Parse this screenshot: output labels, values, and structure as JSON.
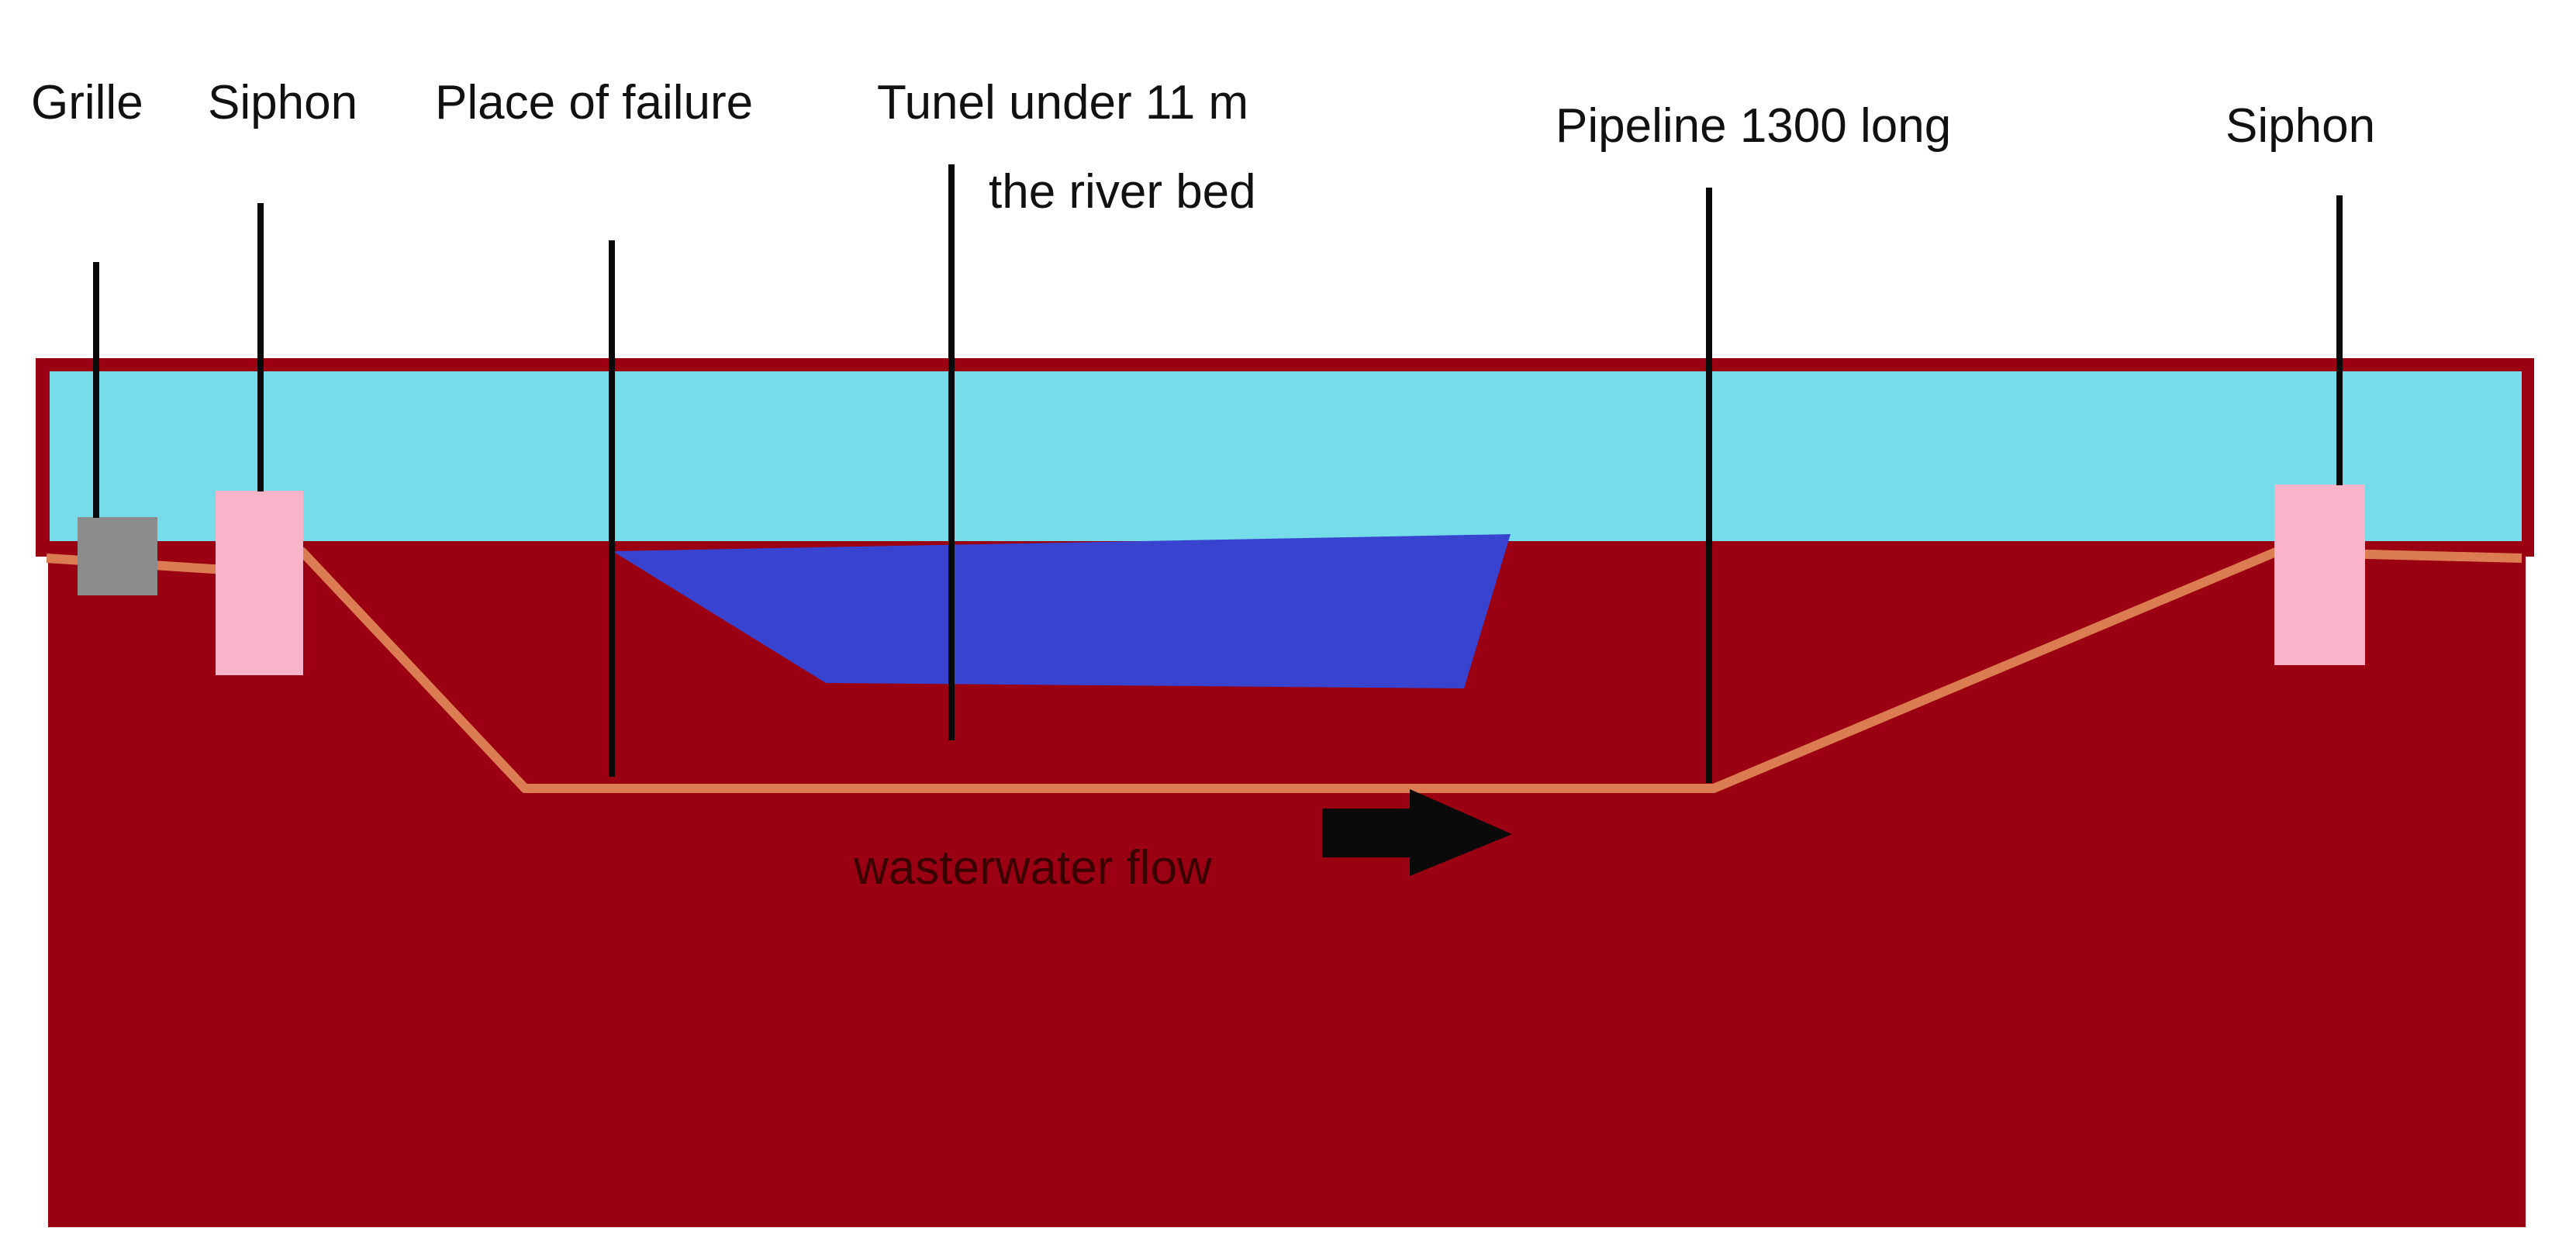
{
  "labels": {
    "grille": "Grille",
    "siphon_left": "Siphon",
    "failure": "Place of failure",
    "tunnel_line1": "Tunel under 11 m",
    "tunnel_line2": "the river bed",
    "pipeline": "Pipeline 1300 long",
    "siphon_right": "Siphon",
    "flow": "wasterwater flow"
  },
  "colors": {
    "ground": "#9b0012",
    "river": "#76dcea",
    "failure_zone": "#3844d0",
    "pipe": "#dc7c52",
    "siphon": "#f9b4c9",
    "grille": "#8c8c8c",
    "leader_line": "#0a0a0a",
    "arrow": "#0a0a0a"
  },
  "icons": {
    "flow_arrow": "right-arrow-icon"
  }
}
